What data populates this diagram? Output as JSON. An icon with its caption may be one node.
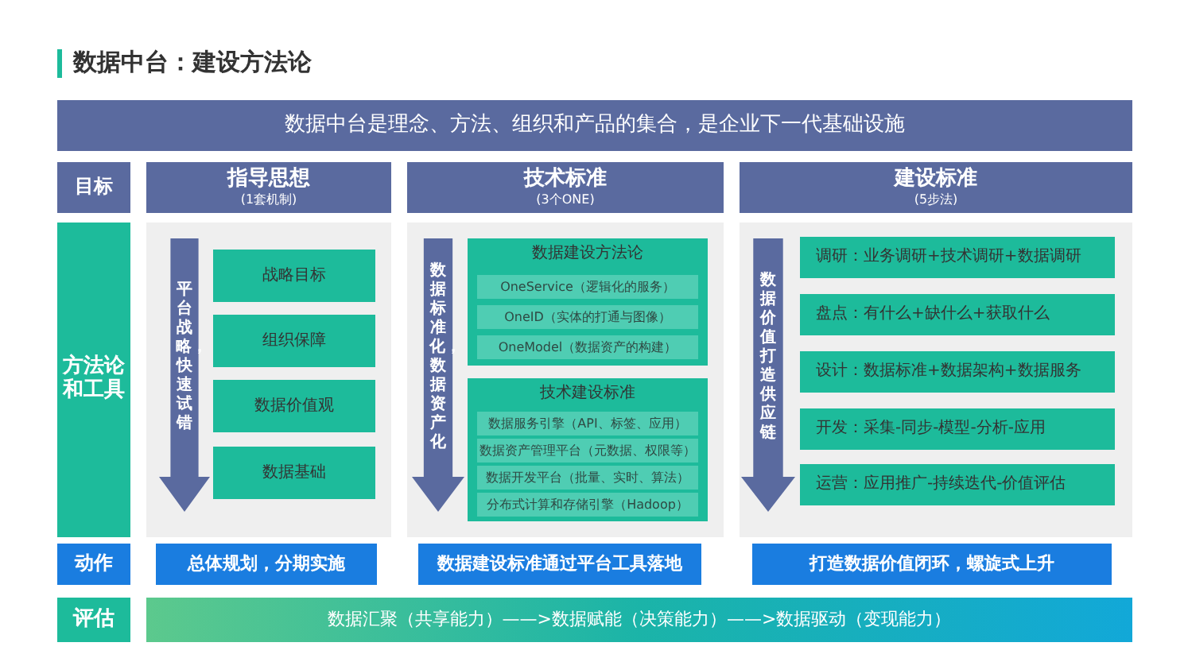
{
  "diagram": {
    "title": "数据中台：建设方法论",
    "nodes": [
      {
        "text": [
          "数据中台是理念、方法、组织和产品的集合，是企业下一代基础设施"
        ]
      },
      {
        "text": [
          "目标"
        ]
      },
      {
        "text": [
          "指导思想",
          "(1套机制)"
        ]
      },
      {
        "text": [
          "技术标准",
          "(3个ONE)"
        ]
      },
      {
        "text": [
          "建设标准",
          "(5步法)"
        ]
      },
      {
        "text": [
          "方法论和工具"
        ]
      },
      {
        "text": [],
        "shape": "box"
      },
      {
        "text": [
          "平台战略，快速试错"
        ],
        "in": 6
      },
      {
        "text": [
          "战略目标"
        ],
        "in": 6
      },
      {
        "text": [
          "组织保障"
        ],
        "in": 6
      },
      {
        "text": [
          "数据价值观"
        ],
        "in": 6
      },
      {
        "text": [
          "数据基础"
        ],
        "in": 6
      },
      {
        "text": [],
        "shape": "box"
      },
      {
        "text": [
          "数据标准化，数据资产化"
        ],
        "in": 12
      },
      {
        "text": [
          "数据建设方法论"
        ],
        "in": 12
      },
      {
        "text": [
          "OneService（逻辑化的服务）"
        ],
        "in": 14
      },
      {
        "text": [
          "OneID（实体的打通与图像）"
        ],
        "in": 14
      },
      {
        "text": [
          "OneModel（数据资产的构建）"
        ],
        "in": 14
      },
      {
        "text": [
          "技术建设标准"
        ],
        "in": 12
      },
      {
        "text": [
          "数据服务引擎（API、标签、应用）"
        ],
        "in": 18
      },
      {
        "text": [
          "数据资产管理平台（元数据、权限等）"
        ],
        "in": 18
      },
      {
        "text": [
          "数据开发平台（批量、实时、算法）"
        ],
        "in": 18
      },
      {
        "text": [
          "分布式计算和存储引擎（Hadoop）"
        ],
        "in": 18
      },
      {
        "text": [],
        "shape": "box"
      },
      {
        "text": [
          "数据价值打造供应链"
        ],
        "in": 23
      },
      {
        "text": [
          "调研：业务调研+技术调研+数据调研"
        ],
        "in": 23
      },
      {
        "text": [
          "盘点：有什么+缺什么+获取什么"
        ],
        "in": 23
      },
      {
        "text": [
          "设计：数据标准+数据架构+数据服务"
        ],
        "in": 23
      },
      {
        "text": [
          "开发：采集-同步-模型-分析-应用"
        ],
        "in": 23
      },
      {
        "text": [
          "运营：应用推广-持续迭代-价值评估"
        ],
        "in": 23
      },
      {
        "text": [
          "动作"
        ]
      },
      {
        "text": [
          "总体规划，分期实施"
        ]
      },
      {
        "text": [
          "数据建设标准通过平台工具落地"
        ]
      },
      {
        "text": [
          "打造数据价值闭环，螺旋式上升"
        ]
      },
      {
        "text": [
          "评估"
        ]
      },
      {
        "text": [
          "数据汇聚（共享能力）——>数据赋能（决策能力）——>数据驱动（变现能力）"
        ]
      }
    ]
  }
}
